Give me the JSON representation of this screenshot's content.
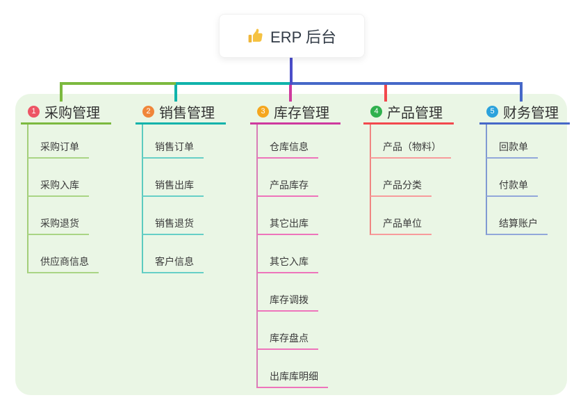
{
  "root": {
    "label": "ERP 后台",
    "icon": "thumbs-up-icon"
  },
  "colors": {
    "page_bg": "#ffffff",
    "panel_bg": "#eaf6e5",
    "text": "#333333",
    "root_text": "#323b46",
    "root_line": "#4b4ec9",
    "thumb_gold": "#f5c242"
  },
  "branches": [
    {
      "slug": "purchase",
      "number": "1",
      "label": "采购管理",
      "badge_color": "#ed5565",
      "line_color": "#7cb93f",
      "child_line_color": "#a9d584",
      "children": [
        "采购订单",
        "采购入库",
        "采购退货",
        "供应商信息"
      ]
    },
    {
      "slug": "sales",
      "number": "2",
      "label": "销售管理",
      "badge_color": "#f0863a",
      "line_color": "#10b3ab",
      "child_line_color": "#66cfc7",
      "children": [
        "销售订单",
        "销售出库",
        "销售退货",
        "客户信息"
      ]
    },
    {
      "slug": "inventory",
      "number": "3",
      "label": "库存管理",
      "badge_color": "#f5a61e",
      "line_color": "#ce3a9e",
      "child_line_color": "#ee74bb",
      "children": [
        "仓库信息",
        "产品库存",
        "其它出库",
        "其它入库",
        "库存调拨",
        "库存盘点",
        "出库库明细"
      ]
    },
    {
      "slug": "product",
      "number": "4",
      "label": "产品管理",
      "badge_color": "#30b14e",
      "line_color": "#f2484d",
      "child_line_color": "#f79b9b",
      "children": [
        "产品（物料）",
        "产品分类",
        "产品单位"
      ]
    },
    {
      "slug": "finance",
      "number": "5",
      "label": "财务管理",
      "badge_color": "#2ba2dc",
      "line_color": "#4668c8",
      "child_line_color": "#92a7da",
      "children": [
        "回款单",
        "付款单",
        "结算账户"
      ]
    }
  ]
}
